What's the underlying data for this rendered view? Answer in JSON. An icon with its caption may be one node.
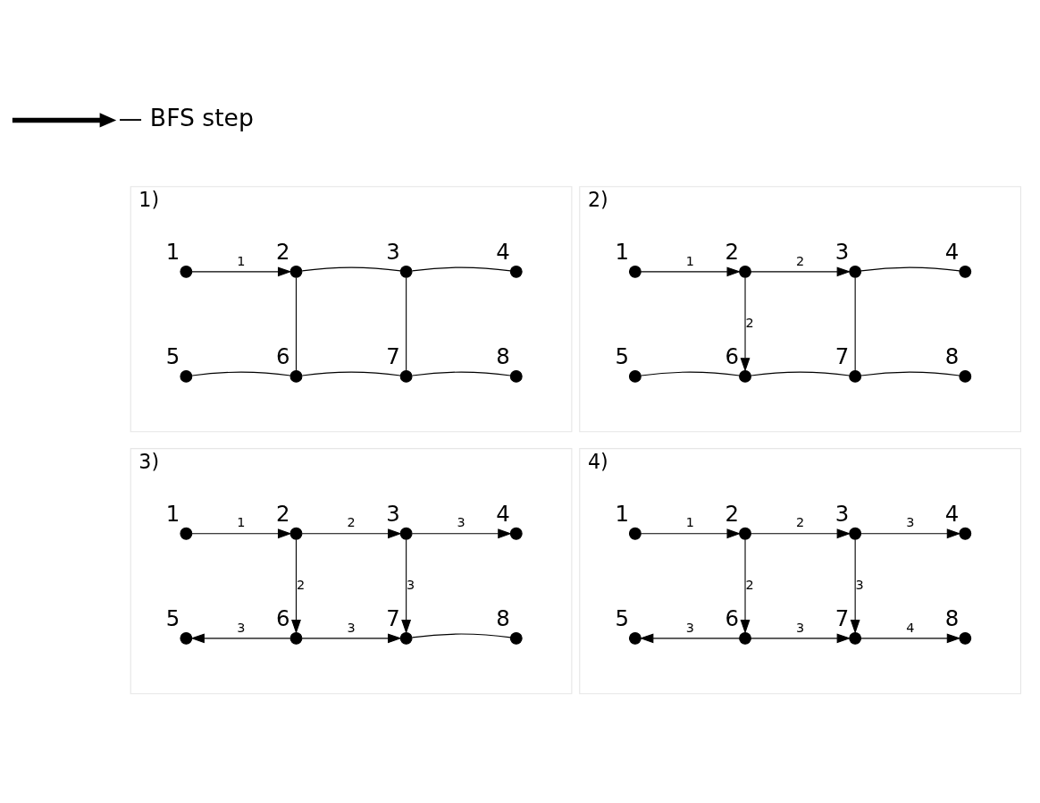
{
  "diagram": {
    "nodes": [
      {
        "text": [
          "1)"
        ]
      },
      {
        "text": [],
        "shape": "circle",
        "beside": [
          "1"
        ],
        "in": 0
      },
      {
        "text": [],
        "shape": "circle",
        "beside": [
          "2"
        ],
        "in": 0
      },
      {
        "text": [],
        "shape": "circle",
        "beside": [
          "3"
        ],
        "in": 0
      },
      {
        "text": [],
        "shape": "circle",
        "beside": [
          "4"
        ],
        "in": 0
      },
      {
        "text": [],
        "shape": "circle",
        "beside": [
          "5"
        ],
        "in": 0
      },
      {
        "text": [],
        "shape": "circle",
        "beside": [
          "6"
        ],
        "in": 0
      },
      {
        "text": [],
        "shape": "circle",
        "beside": [
          "7"
        ],
        "in": 0
      },
      {
        "text": [],
        "shape": "circle",
        "beside": [
          "8"
        ],
        "in": 0
      },
      {
        "text": [
          "2)"
        ]
      },
      {
        "text": [],
        "shape": "circle",
        "beside": [
          "1"
        ],
        "in": 9
      },
      {
        "text": [],
        "shape": "circle",
        "beside": [
          "2"
        ],
        "in": 9
      },
      {
        "text": [],
        "shape": "circle",
        "beside": [
          "3"
        ],
        "in": 9
      },
      {
        "text": [],
        "shape": "circle",
        "beside": [
          "4"
        ],
        "in": 9
      },
      {
        "text": [],
        "shape": "circle",
        "beside": [
          "5"
        ],
        "in": 9
      },
      {
        "text": [],
        "shape": "circle",
        "beside": [
          "6"
        ],
        "in": 9
      },
      {
        "text": [],
        "shape": "circle",
        "beside": [
          "7"
        ],
        "in": 9
      },
      {
        "text": [],
        "shape": "circle",
        "beside": [
          "8"
        ],
        "in": 9
      },
      {
        "text": [
          "3)"
        ]
      },
      {
        "text": [],
        "shape": "circle",
        "beside": [
          "1"
        ],
        "in": 18
      },
      {
        "text": [],
        "shape": "circle",
        "beside": [
          "2"
        ],
        "in": 18
      },
      {
        "text": [],
        "shape": "circle",
        "beside": [
          "3"
        ],
        "in": 18
      },
      {
        "text": [],
        "shape": "circle",
        "beside": [
          "4"
        ],
        "in": 18
      },
      {
        "text": [],
        "shape": "circle",
        "beside": [
          "5"
        ],
        "in": 18
      },
      {
        "text": [],
        "shape": "circle",
        "beside": [
          "6"
        ],
        "in": 18
      },
      {
        "text": [],
        "shape": "circle",
        "beside": [
          "7"
        ],
        "in": 18
      },
      {
        "text": [],
        "shape": "circle",
        "beside": [
          "8"
        ],
        "in": 18
      },
      {
        "text": [
          "4)"
        ]
      },
      {
        "text": [],
        "shape": "circle",
        "beside": [
          "1"
        ],
        "in": 27
      },
      {
        "text": [],
        "shape": "circle",
        "beside": [
          "2"
        ],
        "in": 27
      },
      {
        "text": [],
        "shape": "circle",
        "beside": [
          "3"
        ],
        "in": 27
      },
      {
        "text": [],
        "shape": "circle",
        "beside": [
          "4"
        ],
        "in": 27
      },
      {
        "text": [],
        "shape": "circle",
        "beside": [
          "5"
        ],
        "in": 27
      },
      {
        "text": [],
        "shape": "circle",
        "beside": [
          "6"
        ],
        "in": 27
      },
      {
        "text": [],
        "shape": "circle",
        "beside": [
          "7"
        ],
        "in": 27
      },
      {
        "text": [],
        "shape": "circle",
        "beside": [
          "8"
        ],
        "in": 27
      }
    ],
    "edges": [
      {
        "from": 1,
        "to": 2,
        "arrow": "to",
        "label": "1"
      },
      {
        "from": 2,
        "to": 3,
        "arrow": "none"
      },
      {
        "from": 3,
        "to": 4,
        "arrow": "none"
      },
      {
        "from": 5,
        "to": 6,
        "arrow": "none"
      },
      {
        "from": 6,
        "to": 7,
        "arrow": "none"
      },
      {
        "from": 7,
        "to": 8,
        "arrow": "none"
      },
      {
        "from": 2,
        "to": 6,
        "arrow": "none"
      },
      {
        "from": 3,
        "to": 7,
        "arrow": "none"
      },
      {
        "from": 10,
        "to": 11,
        "arrow": "to",
        "label": "1"
      },
      {
        "from": 11,
        "to": 12,
        "arrow": "to",
        "label": "2"
      },
      {
        "from": 12,
        "to": 13,
        "arrow": "none"
      },
      {
        "from": 14,
        "to": 15,
        "arrow": "none"
      },
      {
        "from": 15,
        "to": 16,
        "arrow": "none"
      },
      {
        "from": 16,
        "to": 17,
        "arrow": "none"
      },
      {
        "from": 11,
        "to": 15,
        "arrow": "to",
        "label": "2"
      },
      {
        "from": 12,
        "to": 16,
        "arrow": "none"
      },
      {
        "from": 19,
        "to": 20,
        "arrow": "to",
        "label": "1"
      },
      {
        "from": 20,
        "to": 21,
        "arrow": "to",
        "label": "2"
      },
      {
        "from": 21,
        "to": 22,
        "arrow": "to",
        "label": "3"
      },
      {
        "from": 24,
        "to": 23,
        "arrow": "to",
        "label": "3"
      },
      {
        "from": 24,
        "to": 25,
        "arrow": "to",
        "label": "3"
      },
      {
        "from": 25,
        "to": 26,
        "arrow": "none"
      },
      {
        "from": 20,
        "to": 24,
        "arrow": "to",
        "label": "2"
      },
      {
        "from": 21,
        "to": 25,
        "arrow": "to",
        "label": "3"
      },
      {
        "from": 28,
        "to": 29,
        "arrow": "to",
        "label": "1"
      },
      {
        "from": 29,
        "to": 30,
        "arrow": "to",
        "label": "2"
      },
      {
        "from": 30,
        "to": 31,
        "arrow": "to",
        "label": "3"
      },
      {
        "from": 33,
        "to": 32,
        "arrow": "to",
        "label": "3"
      },
      {
        "from": 33,
        "to": 34,
        "arrow": "to",
        "label": "3"
      },
      {
        "from": 34,
        "to": 35,
        "arrow": "to",
        "label": "4"
      },
      {
        "from": 29,
        "to": 33,
        "arrow": "to",
        "label": "2"
      },
      {
        "from": 30,
        "to": 34,
        "arrow": "to",
        "label": "3"
      }
    ],
    "legend": [
      {
        "text": "— BFS step"
      }
    ]
  }
}
